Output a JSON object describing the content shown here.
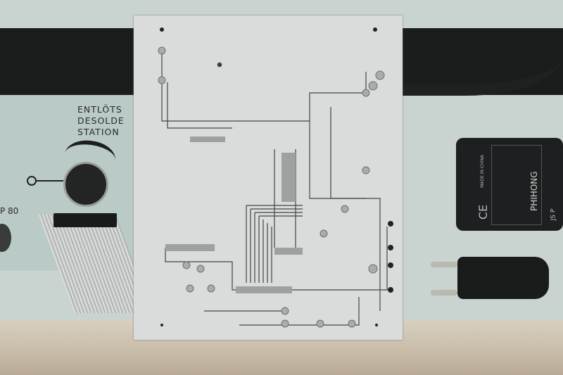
{
  "station_label": {
    "line1": "ENTLÖTS",
    "line2": "DESOLDE",
    "line3": "STATION",
    "model": "P 80"
  },
  "adapter": {
    "brand": "PHIHONG",
    "ce_mark": "CE",
    "code": "JS P",
    "origin": "MADE IN CHINA"
  },
  "colors": {
    "pcb": "#d9dcdb",
    "station_panel": "#b9cac7",
    "bench": "#d8cfc0",
    "adapter": "#1d1f20"
  }
}
